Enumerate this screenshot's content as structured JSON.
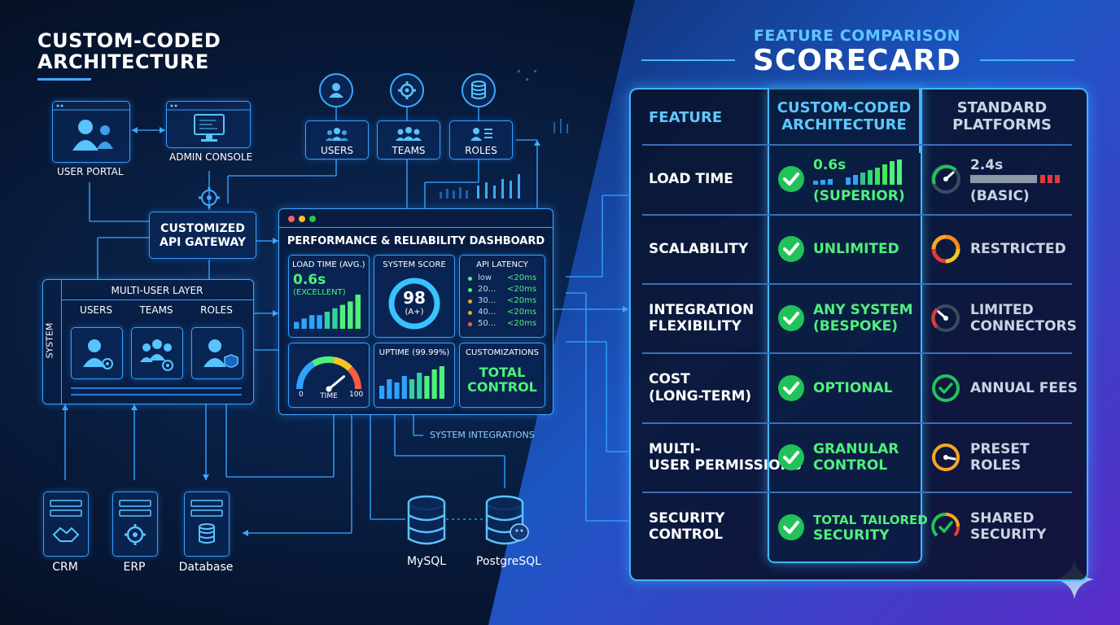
{
  "left": {
    "title_line1": "CUSTOM-CODED",
    "title_line2": "ARCHITECTURE",
    "user_portal": "USER PORTAL",
    "admin_console": "ADMIN CONSOLE",
    "gateway_line1": "CUSTOMIZED",
    "gateway_line2": "API GATEWAY",
    "top_nodes": [
      "USERS",
      "TEAMS",
      "ROLES"
    ],
    "multi_user": {
      "title": "MULTI-USER LAYER",
      "side": "SYSTEM",
      "columns": [
        "USERS",
        "TEAMS",
        "ROLES"
      ]
    },
    "bottom_systems": [
      "CRM",
      "ERP",
      "Database"
    ],
    "databases": [
      "MySQL",
      "PostgreSQL"
    ],
    "integrations": "SYSTEM INTEGRATIONS"
  },
  "dashboard": {
    "title": "PERFORMANCE & RELIABILITY DASHBOARD",
    "load": {
      "title": "LOAD TIME (AVG.)",
      "value": "0.6s",
      "note": "(EXCELLENT)",
      "bars": [
        2,
        3,
        4,
        4,
        5,
        6,
        7,
        8,
        10
      ]
    },
    "score": {
      "title": "SYSTEM SCORE",
      "value": "98",
      "sub": "(A+)",
      "fraction": 0.98
    },
    "latency": {
      "title": "API LATENCY",
      "rows": [
        {
          "name": "low",
          "value": "<20ms",
          "dot": "#4ff07a"
        },
        {
          "name": "20...",
          "value": "<20ms",
          "dot": "#4ff07a"
        },
        {
          "name": "30...",
          "value": "<20ms",
          "dot": "#f5a623"
        },
        {
          "name": "40...",
          "value": "<20ms",
          "dot": "#f5a623"
        },
        {
          "name": "50...",
          "value": "<20ms",
          "dot": "#ff5a3c"
        }
      ]
    },
    "gauge": {
      "min": "0",
      "label": "TIME",
      "max": "100",
      "fraction": 0.78
    },
    "uptime": {
      "title": "UPTIME (99.99%)",
      "bars": [
        4,
        6,
        5,
        7,
        6,
        8,
        7,
        9,
        10
      ]
    },
    "custom": {
      "title": "CUSTOMIZATIONS",
      "line1": "TOTAL",
      "line2": "CONTROL"
    }
  },
  "scorecard": {
    "title_small": "FEATURE COMPARISON",
    "title_big": "SCORECARD",
    "headers": {
      "feature": "FEATURE",
      "custom_line1": "CUSTOM-CODED",
      "custom_line2": "ARCHITECTURE",
      "standard_line1": "STANDARD",
      "standard_line2": "PLATFORMS"
    },
    "rows": [
      {
        "feature": [
          "LOAD TIME"
        ],
        "custom": [
          "0.6s",
          "(SUPERIOR)"
        ],
        "standard": [
          "2.4s",
          "(BASIC)"
        ],
        "icon": "speedometer-icon"
      },
      {
        "feature": [
          "SCALABILITY"
        ],
        "custom": [
          "UNLIMITED"
        ],
        "standard": [
          "RESTRICTED"
        ],
        "icon": "ring-gauge-icon"
      },
      {
        "feature": [
          "INTEGRATION",
          "FLEXIBILITY"
        ],
        "custom": [
          "ANY SYSTEM",
          "(BESPOKE)"
        ],
        "standard": [
          "LIMITED",
          "CONNECTORS"
        ],
        "icon": "dial-gauge-icon"
      },
      {
        "feature": [
          "COST",
          "(LONG-TERM)"
        ],
        "custom": [
          "OPTIONAL"
        ],
        "standard": [
          "ANNUAL FEES"
        ],
        "icon": "check-ring-icon"
      },
      {
        "feature": [
          "MULTI-",
          "USER PERMISSIONS"
        ],
        "custom": [
          "GRANULAR",
          "CONTROL"
        ],
        "standard": [
          "PRESET",
          "ROLES"
        ],
        "icon": "dial-gauge-icon"
      },
      {
        "feature": [
          "SECURITY",
          "CONTROL"
        ],
        "custom": [
          "TOTAL TAILORED",
          "SECURITY"
        ],
        "standard": [
          "SHARED",
          "SECURITY"
        ],
        "icon": "check-gauge-icon"
      }
    ]
  },
  "colors": {
    "accent": "#3fa9ff",
    "good": "#4ff07a",
    "title": "#5ec8ff",
    "check": "#21c25a"
  }
}
